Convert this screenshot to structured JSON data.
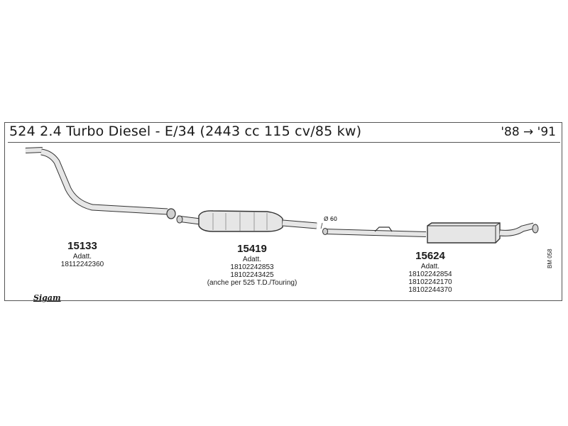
{
  "header": {
    "model_title": "524 2.4 Turbo Diesel - E/34 (2443 cc 115 cv/85 kw)",
    "year_range": "'88 → '91"
  },
  "parts": [
    {
      "number": "15133",
      "label": "Adatt.",
      "codes": [
        "18112242360"
      ],
      "note": ""
    },
    {
      "number": "15419",
      "label": "Adatt.",
      "codes": [
        "18102242853",
        "18102243425"
      ],
      "note": "(anche per 525 T.D./Touring)"
    },
    {
      "number": "15624",
      "label": "Adatt.",
      "codes": [
        "18102242854",
        "18102242170",
        "18102244370"
      ],
      "note": ""
    }
  ],
  "annotations": {
    "pipe_diameter": "Ø 60",
    "sheet_code": "BM 058",
    "brand": "Sigam"
  },
  "colors": {
    "line": "#333333",
    "fill": "#e6e6e6",
    "shade": "#bdbdbd"
  }
}
